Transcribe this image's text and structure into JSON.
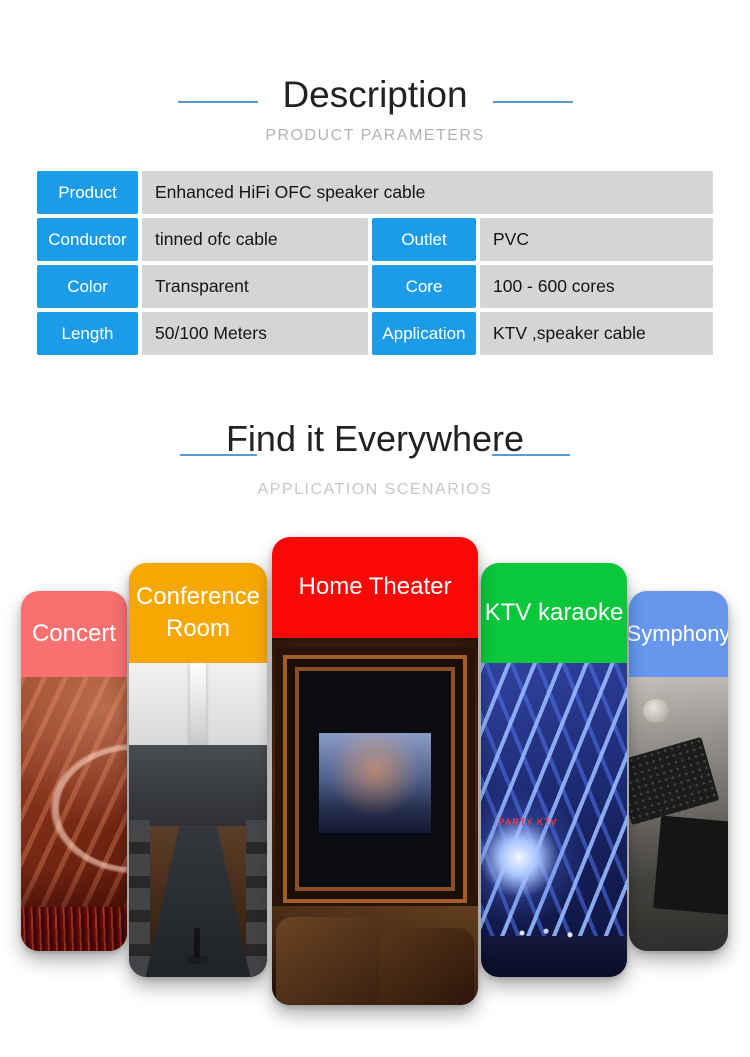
{
  "page": {
    "background": "#ffffff",
    "accent_line_color": "#579bd2"
  },
  "description_section": {
    "title": "Description",
    "subtitle": "PRODUCT PARAMETERS"
  },
  "parameters_table": {
    "label_bg": "#1c9ce8",
    "value_bg": "#d5d5d5",
    "rows": [
      {
        "label": "Product",
        "value": "Enhanced HiFi OFC speaker cable"
      },
      {
        "label": "Conductor",
        "value": "tinned ofc cable",
        "label2": "Outlet",
        "value2": "PVC"
      },
      {
        "label": "Color",
        "value": "Transparent",
        "label2": "Core",
        "value2": "100 - 600 cores"
      },
      {
        "label": "Length",
        "value": "50/100 Meters",
        "label2": "Application",
        "value2": "KTV ,speaker cable"
      }
    ]
  },
  "scenarios_section": {
    "title": "Find it Everywhere",
    "subtitle": "APPLICATION SCENARIOS",
    "cards": [
      {
        "label": "Concert",
        "header_color": "#f87070"
      },
      {
        "label": "Conference Room",
        "header_color": "#f7a701"
      },
      {
        "label": "Home Theater",
        "header_color": "#f90808"
      },
      {
        "label": "KTV karaoke",
        "header_color": "#0bc73c",
        "photo_text": "PARTY KTV"
      },
      {
        "label": "Symphony",
        "header_color": "#6697ed"
      }
    ]
  }
}
